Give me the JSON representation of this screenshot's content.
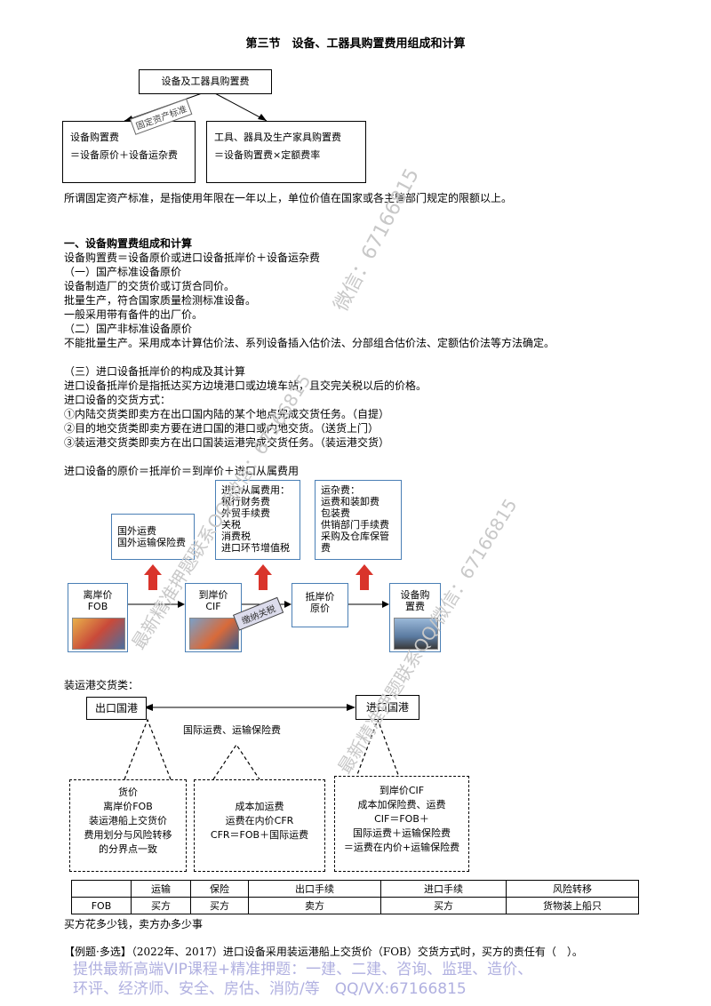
{
  "title": "第三节　设备、工器具购置费用组成和计算",
  "diagram1": {
    "top": "设备及工器具购置费",
    "stamp": "固定资产标准",
    "left_line1": "设备购置费",
    "left_line2": "＝设备原价＋设备运杂费",
    "right_line1": "工具、器具及生产家具购置费",
    "right_line2": "＝设备购置费×定额费率"
  },
  "note1": "所谓固定资产标准，是指使用年限在一年以上，单位价值在国家或各主管部门规定的限额以上。",
  "section1": {
    "heading": "一、设备购置费组成和计算",
    "lines": [
      "设备购置费＝设备原价或进口设备抵岸价＋设备运杂费",
      "（一）国产标准设备原价",
      "设备制造厂的交货价或订货合同价。",
      "批量生产，符合国家质量检测标准设备。",
      "一般采用带有备件的出厂价。",
      "（二）国产非标准设备原价",
      "不能批量生产。采用成本计算估价法、系列设备插入估价法、分部组合估价法、定额估价法等方法确定。"
    ],
    "lines2": [
      "（三）进口设备抵岸价的构成及其计算",
      "进口设备抵岸价是指抵达买方边境港口或边境车站，且交完关税以后的价格。",
      "进口设备的交货方式：",
      "①内陆交货类即卖方在出口国内陆的某个地点完成交货任务。（自提）",
      "②目的地交货类即卖方要在进口国的港口或内地交货。（送货上门）",
      "③装运港交货类即卖方在出口国装运港完成交货任务。（装运港交货）"
    ],
    "formula": "进口设备的原价＝抵岸价＝到岸价＋进口从属费用"
  },
  "flow": {
    "box_freight": [
      "国外运费",
      "国外运输保险费"
    ],
    "box_import": [
      "进口从属费用：",
      "银行财务费",
      "外贸手续费",
      "关税",
      "消费税",
      "进口环节增值税"
    ],
    "box_misc": [
      "运杂费：",
      "运费和装卸费",
      "包装费",
      "供销部门手续费",
      "采购及仓库保管",
      "费"
    ],
    "fob": [
      "离岸价",
      "FOB"
    ],
    "cif": [
      "到岸价",
      "CIF"
    ],
    "landed": [
      "抵岸价",
      "原价"
    ],
    "purchase": [
      "设备购",
      "置费"
    ],
    "stamp": "缴纳关税"
  },
  "shipping": {
    "heading": "装运港交货类：",
    "export_port": "出口国港",
    "import_port": "进口国港",
    "middle": "国际运费、运输保险费",
    "box1": [
      "货价",
      "离岸价FOB",
      "装运港船上交货价",
      "费用划分与风险转移",
      "的分界点一致"
    ],
    "box2": [
      "成本加运费",
      "运费在内价CFR",
      "CFR＝FOB＋国际运费"
    ],
    "box3": [
      "到岸价CIF",
      "成本加保险费、运费",
      "CIF＝FOB＋",
      "国际运费＋运输保险费",
      "＝运费在内价+运输保险费"
    ]
  },
  "table": {
    "headers": [
      "",
      "运输",
      "保险",
      "出口手续",
      "进口手续",
      "风险转移"
    ],
    "row": [
      "FOB",
      "买方",
      "买方",
      "卖方",
      "买方",
      "货物装上船只"
    ]
  },
  "note2": "买方花多少钱，卖方办多少事",
  "example": "【例题·多选】（2022年、2017）进口设备采用装运港船上交货价（FOB）交货方式时，买方的责任有（　）。",
  "footer1": "提供最新高端VIP课程+精准押题：一建、二建、咨询、监理、造价、",
  "footer2": "环评、经济师、安全、房估、消防/等　QQ/VX:67166815",
  "watermark1": "微信：67166815",
  "watermark2": "最新精准押题联系QQ/微信：67166815",
  "watermark3": "最新精准押题联系QQ/微信：67166815"
}
